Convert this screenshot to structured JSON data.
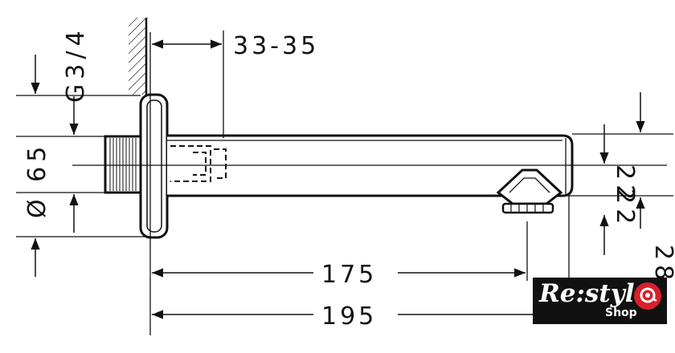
{
  "dimensions": {
    "wall_gap": "33-35",
    "thread": "G3/4",
    "rosette_diameter": "Ø 65",
    "length_to_outlet": "175",
    "total_length": "195",
    "outlet_height": "22",
    "right_partial": "28"
  },
  "logo": {
    "main": "Re:style",
    "sub": "Shop",
    "icon": "at-cart-icon",
    "color": "#d6202a"
  }
}
